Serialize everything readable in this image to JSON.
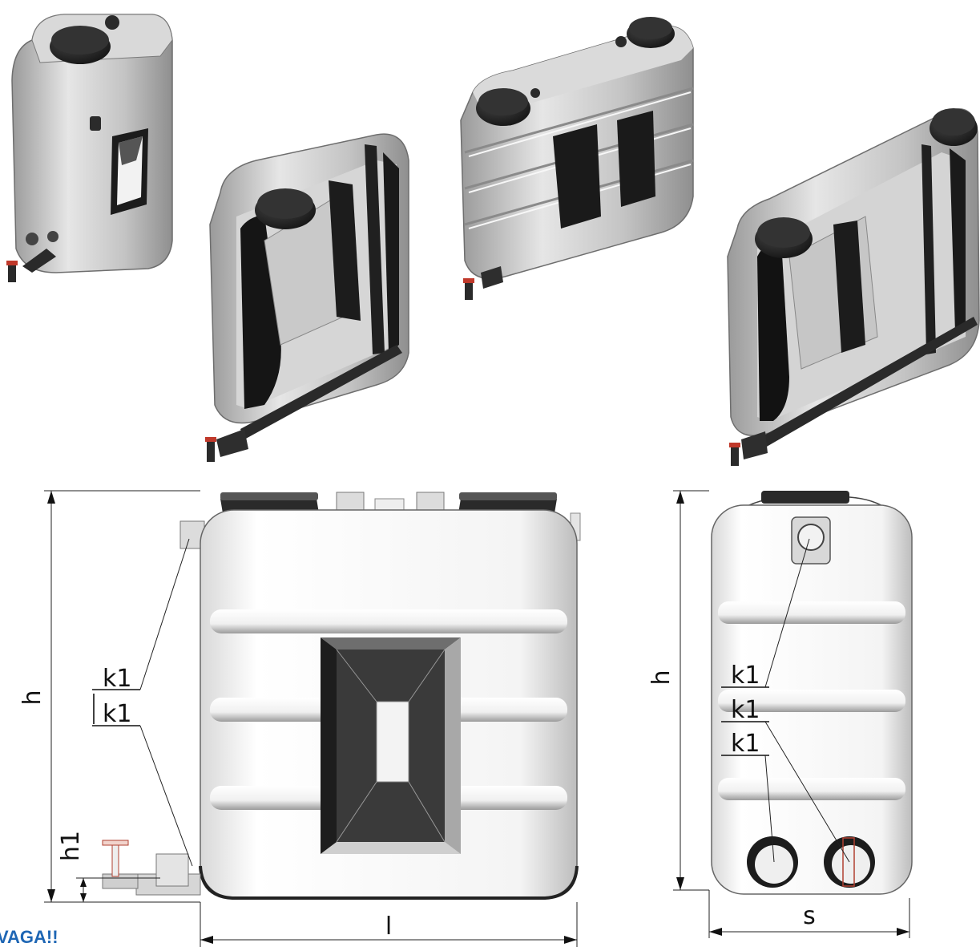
{
  "labels": {
    "front_height": "h",
    "front_k1_top": "k1",
    "front_k1_bottom": "k1",
    "front_h1": "h1",
    "front_length": "l",
    "side_height": "h",
    "side_k1_a": "k1",
    "side_k1_b": "k1",
    "side_k1_c": "k1",
    "side_width": "s",
    "warning": "VAGA!!"
  },
  "icons": {
    "tank_small_iso": "small-tank-isometric-icon",
    "tank_small_cutaway": "small-tank-cutaway-icon",
    "tank_large_iso": "large-tank-isometric-icon",
    "tank_large_cutaway": "large-tank-cutaway-icon",
    "tank_front_view": "tank-front-view-icon",
    "tank_side_view": "tank-side-view-icon"
  },
  "colors": {
    "tank_body": "#bdbdbd",
    "tank_highlight": "#ececec",
    "cap": "#2a2a2a",
    "warning": "#1e66b4"
  }
}
